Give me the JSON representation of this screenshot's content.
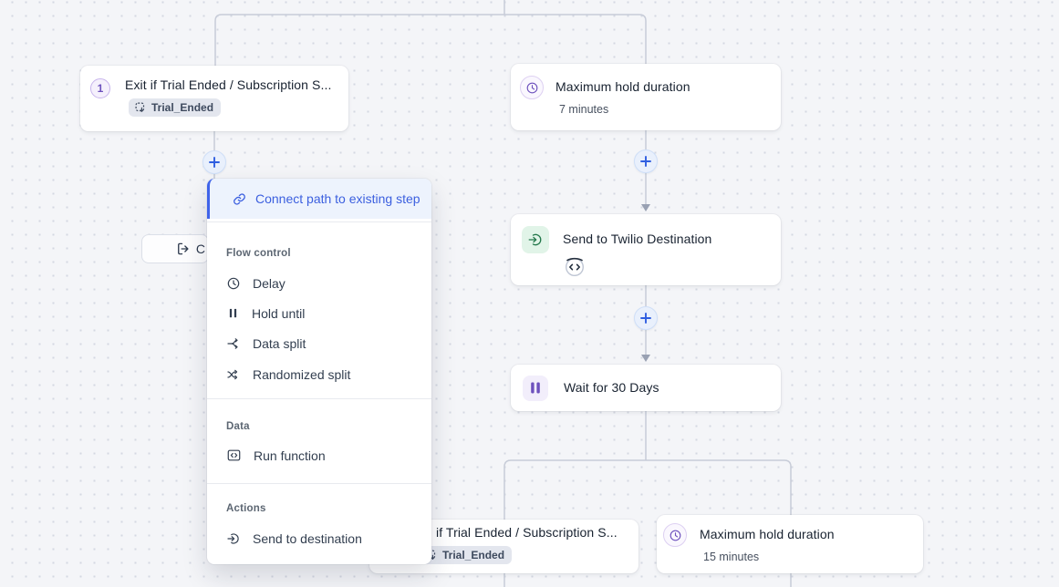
{
  "canvas": {
    "background": "#f4f5f8",
    "dot_color": "#d4d8e2",
    "connector_color": "#c7ccd8"
  },
  "colors": {
    "accent_blue": "#3b5fdf",
    "purple": "#6d51bd",
    "green": "#22774a"
  },
  "nodes": {
    "exit_top": {
      "number": "1",
      "title": "Exit if Trial Ended / Subscription S...",
      "badge": "Trial_Ended"
    },
    "hold_top": {
      "title": "Maximum hold duration",
      "subtitle": "7 minutes"
    },
    "send": {
      "title": "Send to Twilio Destination"
    },
    "wait": {
      "title": "Wait for 30 Days"
    },
    "exit_bottom": {
      "title": "if Trial Ended / Subscription S...",
      "badge": "Trial_Ended"
    },
    "hold_bottom": {
      "title": "Maximum hold duration",
      "subtitle": "15 minutes"
    }
  },
  "partial_button": {
    "label": "C"
  },
  "menu": {
    "primary_item": {
      "label": "Connect path to existing step",
      "icon": "link-icon"
    },
    "sections": [
      {
        "header": "Flow control",
        "items": [
          {
            "label": "Delay",
            "icon": "clock-icon"
          },
          {
            "label": "Hold until",
            "icon": "pause-icon"
          },
          {
            "label": "Data split",
            "icon": "data-split-icon"
          },
          {
            "label": "Randomized split",
            "icon": "shuffle-icon"
          }
        ]
      },
      {
        "header": "Data",
        "items": [
          {
            "label": "Run function",
            "icon": "function-icon"
          }
        ]
      },
      {
        "header": "Actions",
        "items": [
          {
            "label": "Send to destination",
            "icon": "send-destination-icon"
          }
        ]
      }
    ]
  }
}
